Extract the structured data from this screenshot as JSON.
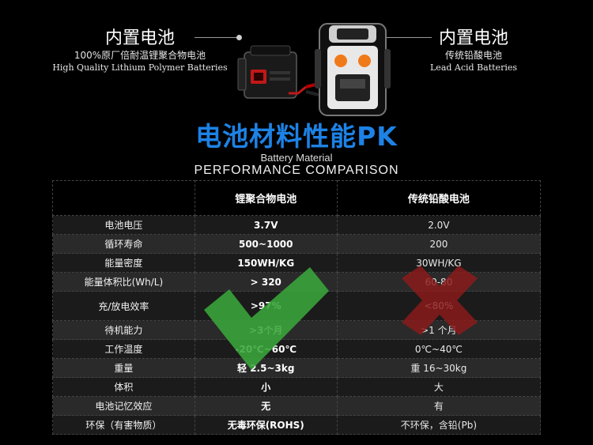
{
  "left_product": {
    "title": "内置电池",
    "subtitle_cn": "100%原厂倍耐温锂聚合物电池",
    "subtitle_en": "High Quality Lithium Polymer Batteries"
  },
  "right_product": {
    "title": "内置电池",
    "subtitle_cn": "传统铅酸电池",
    "subtitle_en": "Lead Acid Batteries"
  },
  "heading": {
    "cn": "电池材料性能PK",
    "en_line1": "Battery Material",
    "en_line2": "PERFORMANCE COMPARISON"
  },
  "table": {
    "columns": [
      "",
      "锂聚合物电池",
      "传统铅酸电池"
    ],
    "rows": [
      {
        "label": "电池电压",
        "lithium": "3.7V",
        "lead": "2.0V"
      },
      {
        "label": "循环寿命",
        "lithium": "500~1000",
        "lead": "200"
      },
      {
        "label": "能量密度",
        "lithium": "150WH/KG",
        "lead": "30WH/KG"
      },
      {
        "label": "能量体积比(Wh/L)",
        "lithium": "> 320",
        "lead": "60-80"
      },
      {
        "label": "充/放电效率",
        "lithium": ">97%",
        "lead": "<80%"
      },
      {
        "label": "待机能力",
        "lithium": ">3个月",
        "lead": ">1 个月"
      },
      {
        "label": "工作温度",
        "lithium": "-20℃~60℃",
        "lead": "0℃~40℃"
      },
      {
        "label": "重量",
        "lithium": "轻 2.5~3kg",
        "lead": "重 16~30kg"
      },
      {
        "label": "体积",
        "lithium": "小",
        "lead": "大"
      },
      {
        "label": "电池记忆效应",
        "lithium": "无",
        "lead": "有"
      },
      {
        "label": "环保（有害物质）",
        "lithium": "无毒环保(ROHS)",
        "lead": "不环保，含铅(Pb)"
      }
    ]
  },
  "colors": {
    "heading_blue": "#1d82e6",
    "check_green": "#3aa63a",
    "cross_red": "#8e1b1b",
    "accent_orange": "#f07a1a"
  },
  "icons": {
    "check": "check-mark-icon",
    "cross": "cross-mark-icon"
  }
}
